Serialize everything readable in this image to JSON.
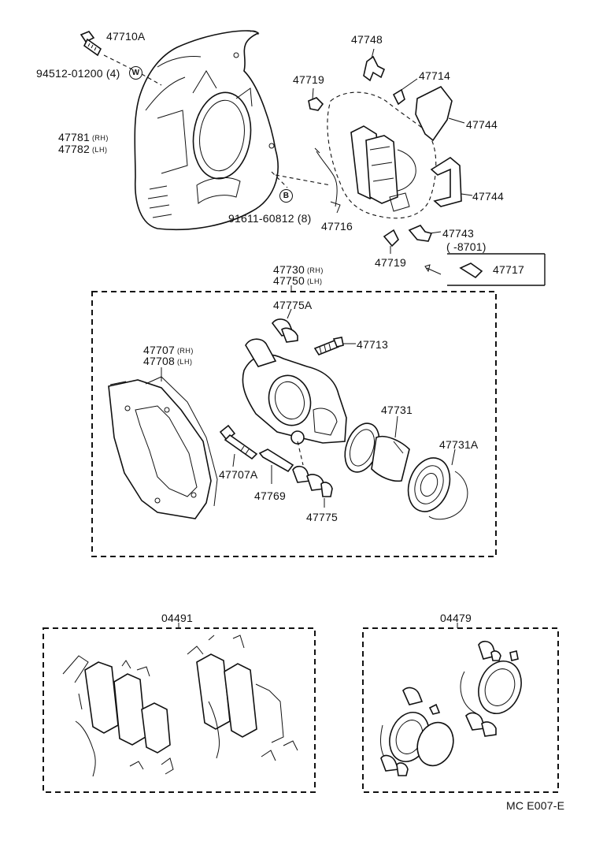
{
  "labels": {
    "bolt_47710A": "47710A",
    "washer_94512": "94512-01200 (4)",
    "washer_symbol": "W",
    "plate_rh_num": "47781",
    "plate_rh_side": "(RH)",
    "plate_lh_num": "47782",
    "plate_lh_side": "(LH)",
    "bolt_symbol": "B",
    "bolt_91611": "91611-60812 (8)",
    "clip_47748": "47748",
    "pin_47719_top": "47719",
    "clip_47714": "47714",
    "shim_47744_top": "47744",
    "shim_47744_bottom": "47744",
    "indicator_47716": "47716",
    "clip_47743": "47743",
    "clip_47719_bottom": "47719",
    "period_8701": "(      -8701)",
    "clip_47717": "47717",
    "caliper_rh_num": "47730",
    "caliper_rh_side": "(RH)",
    "caliper_lh_num": "47750",
    "caliper_lh_side": "(LH)",
    "boot_47775A": "47775A",
    "bleeder_47713": "47713",
    "mount_rh_num": "47707",
    "mount_rh_side": "(RH)",
    "mount_lh_num": "47708",
    "mount_lh_side": "(LH)",
    "piston_47731": "47731",
    "seal_47731A": "47731A",
    "bolt_47707A": "47707A",
    "pin_47769": "47769",
    "boot_47775": "47775",
    "pad_kit_04491": "04491",
    "seal_kit_04479": "04479",
    "diagram_code": "MC E007-E"
  }
}
